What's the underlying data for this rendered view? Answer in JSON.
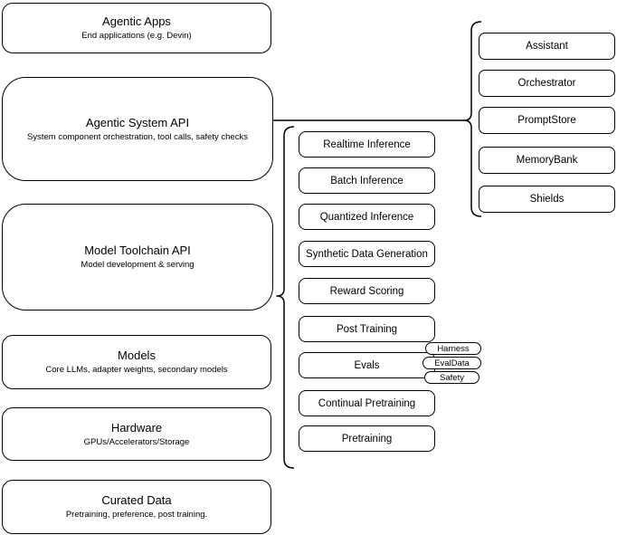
{
  "diagram": {
    "colors": {
      "stroke": "#000000",
      "fill": "#ffffff",
      "text": "#000000"
    },
    "stack": [
      {
        "title": "Agentic Apps",
        "subtitle": "End applications (e.g. Devin)"
      },
      {
        "title": "Agentic System API",
        "subtitle": "System component orchestration, tool calls, safety checks"
      },
      {
        "title": "Model Toolchain API",
        "subtitle": "Model development & serving"
      },
      {
        "title": "Models",
        "subtitle": "Core LLMs, adapter weights, secondary models"
      },
      {
        "title": "Hardware",
        "subtitle": "GPUs/Accelerators/Storage"
      },
      {
        "title": "Curated Data",
        "subtitle": "Pretraining, preference, post training."
      }
    ],
    "toolchain_group": {
      "items": [
        "Realtime Inference",
        "Batch Inference",
        "Quantized Inference",
        "Synthetic Data Generation",
        "Reward Scoring",
        "Post Training",
        "Evals",
        "Continual Pretraining",
        "Pretraining"
      ],
      "evals_attachments": [
        "Harness",
        "EvalData",
        "Safety"
      ]
    },
    "agentic_system_group": {
      "items": [
        "Assistant",
        "Orchestrator",
        "PromptStore",
        "MemoryBank",
        "Shields"
      ]
    }
  }
}
